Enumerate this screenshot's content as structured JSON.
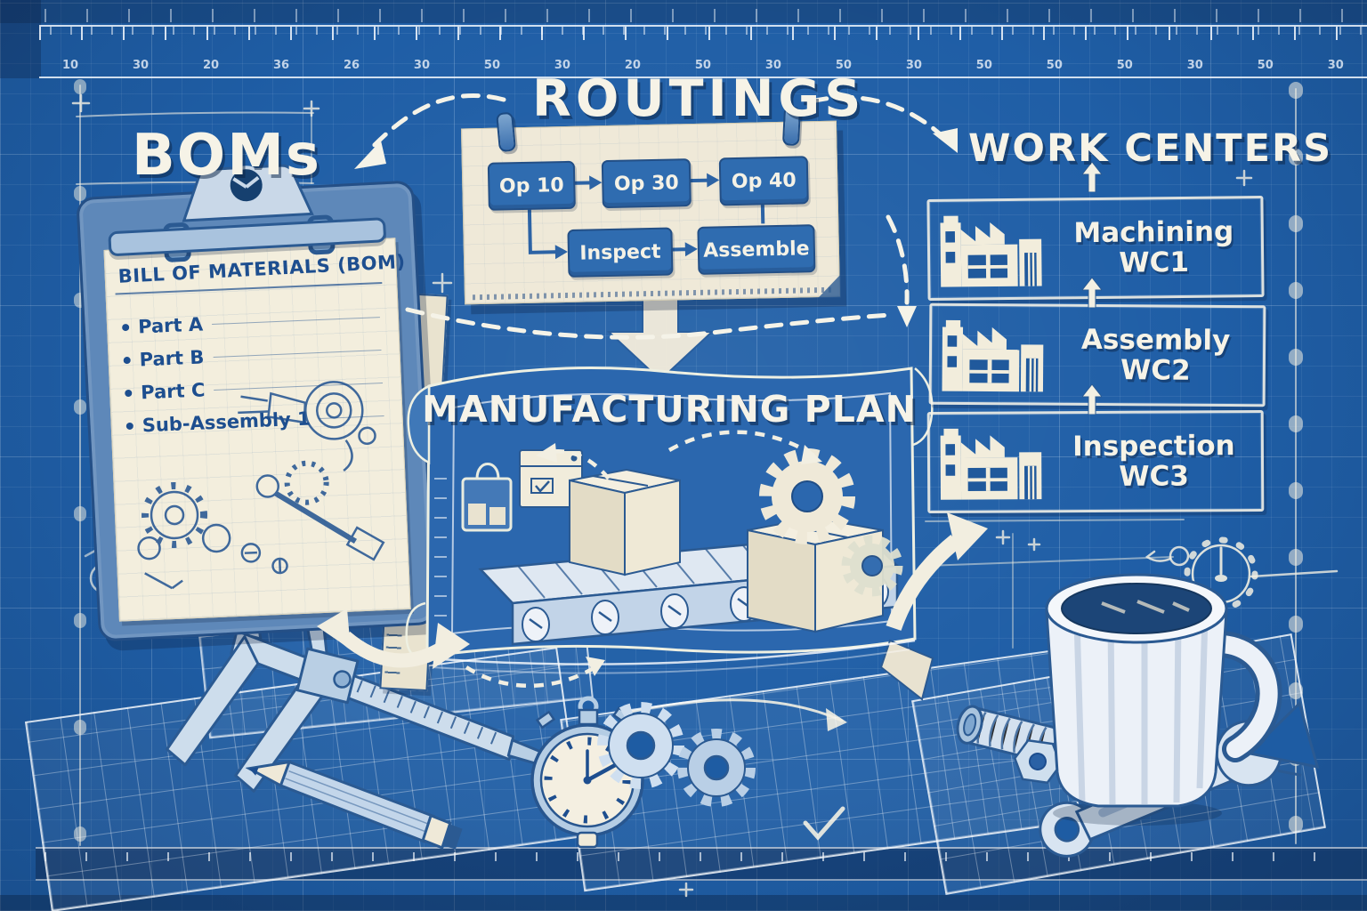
{
  "titles": {
    "boms": "BOMs",
    "routings": "ROUTINGS",
    "work_centers": "WORK CENTERS"
  },
  "bom_card": {
    "heading": "BILL OF MATERIALS (BOM)",
    "items": [
      "Part A",
      "Part B",
      "Part C",
      "Sub-Assembly 1"
    ]
  },
  "routing_chart": {
    "ops": [
      "Op 10",
      "Op 30",
      "Op 40"
    ],
    "sub_ops": [
      "Inspect",
      "Assemble"
    ]
  },
  "manufacturing_plan": {
    "title": "MANUFACTURING PLAN"
  },
  "work_centers": [
    {
      "name": "Machining",
      "code": "WC1"
    },
    {
      "name": "Assembly",
      "code": "WC2"
    },
    {
      "name": "Inspection",
      "code": "WC3"
    }
  ],
  "top_ruler": {
    "numbers": [
      "10",
      "30",
      "20",
      "36",
      "26",
      "30",
      "50",
      "30",
      "20",
      "50",
      "30",
      "50",
      "30",
      "50",
      "50",
      "50",
      "30",
      "50",
      "30"
    ]
  },
  "icons": [
    "clipboard-icon",
    "pushpin-icon",
    "factory-icon",
    "up-arrow-icon",
    "down-arrow-icon",
    "dashed-arrow-icon",
    "package-icon",
    "document-icon",
    "box-icon",
    "conveyor-icon",
    "gear-icon",
    "stopwatch-icon",
    "calipers-icon",
    "pencil-icon",
    "ruler-icon",
    "grid-paper-icon",
    "coffee-mug-icon",
    "wrench-icon",
    "bolt-icon",
    "nut-icon",
    "clock-doodle-icon",
    "double-arrow-icon",
    "curved-arrow-icon"
  ],
  "colors": {
    "background_blue": "#1f5ea6",
    "panel_cream": "#efe9d8",
    "paper_cream": "#f3eedd",
    "box_blue": "#2f6cb0",
    "ink_navy": "#1d4e8f",
    "sketch_white": "#f2efe2",
    "steel_blue": "#cdddec",
    "coffee_dark": "#1c4577"
  }
}
